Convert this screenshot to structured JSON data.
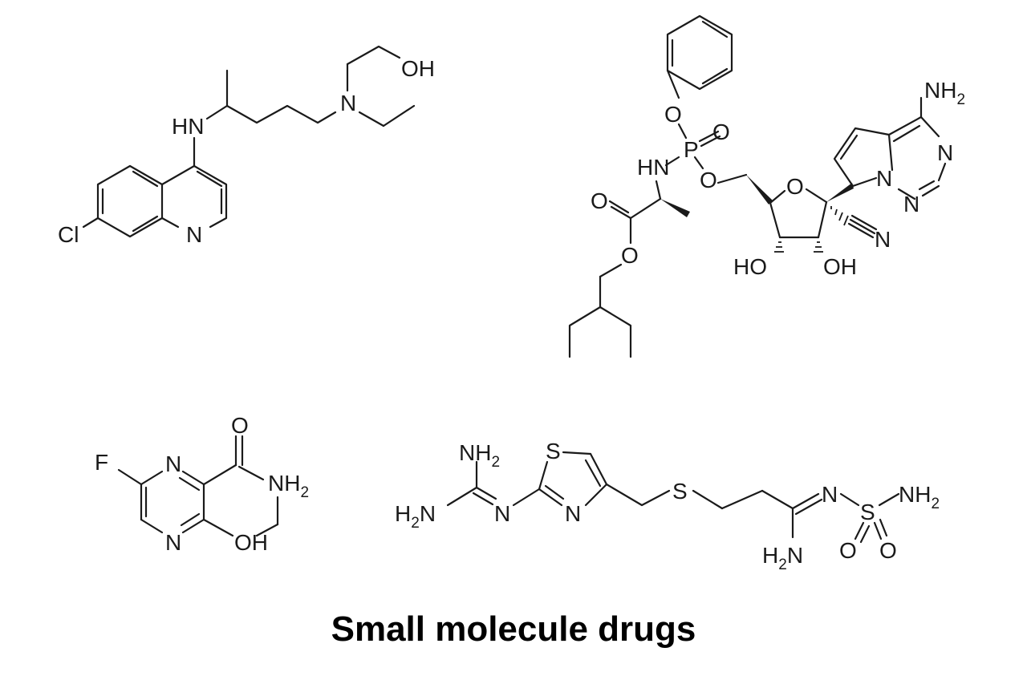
{
  "caption": "Small molecule drugs",
  "molecules": [
    {
      "labels": {
        "hn": "HN",
        "n_amine": "N",
        "oh": "OH",
        "n_ring": "N",
        "cl": "Cl"
      }
    },
    {
      "labels": {
        "o_phenoxy": "O",
        "p": "P",
        "o_double": "O",
        "hn": "HN",
        "o_ester_link": "O",
        "o_carbonyl": "O",
        "o_ester": "O",
        "o_ring": "O",
        "n_nitrile": "N",
        "ho_left": "HO",
        "oh_right": "OH",
        "nh2": "NH",
        "nh2_sub": "2",
        "n_ring1": "N",
        "n_ring2": "N",
        "n_ring3": "N",
        "n_ring4": "N"
      }
    },
    {
      "labels": {
        "f": "F",
        "n1": "N",
        "n2": "N",
        "o": "O",
        "nh2": "NH",
        "nh2_sub": "2",
        "oh": "OH"
      }
    },
    {
      "labels": {
        "nh2_top": "NH",
        "nh2_top_sub": "2",
        "h2n_left_h": "H",
        "h2n_left_sub": "2",
        "h2n_left_n": "N",
        "n_imine": "N",
        "s_ring": "S",
        "n_ring": "N",
        "s_chain": "S",
        "n_amidine": "N",
        "s_sulfonyl": "S",
        "nh2_right": "NH",
        "nh2_right_sub": "2",
        "h2n_bottom_h": "H",
        "h2n_bottom_sub": "2",
        "h2n_bottom_n": "N",
        "o_left": "O",
        "o_right": "O"
      }
    }
  ]
}
